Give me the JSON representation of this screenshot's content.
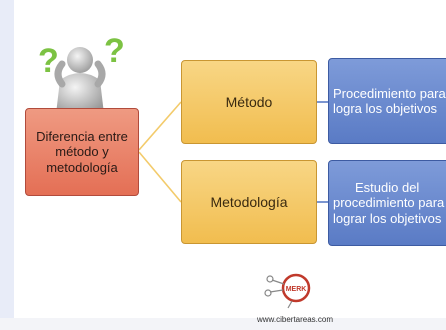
{
  "diagram": {
    "root": {
      "label_lines": [
        "Diferencia entre",
        "método y",
        "metodología"
      ]
    },
    "branches": [
      {
        "label": "Método",
        "detail_lines": [
          "Procedimiento para",
          "logra los objetivos"
        ]
      },
      {
        "label": "Metodología",
        "detail_lines": [
          "Estudio del",
          "procedimiento para",
          "lograr los objetivos"
        ]
      }
    ],
    "colors": {
      "root": "#e46f55",
      "branch": "#f1bd4f",
      "detail": "#5a7bc5",
      "connector": "#f3cb6b"
    }
  },
  "figure": {
    "icon": "person-question-icon",
    "marks": [
      "?",
      "?"
    ]
  },
  "logo": {
    "badge": "MERK",
    "url": "www.cibertareas.com"
  }
}
